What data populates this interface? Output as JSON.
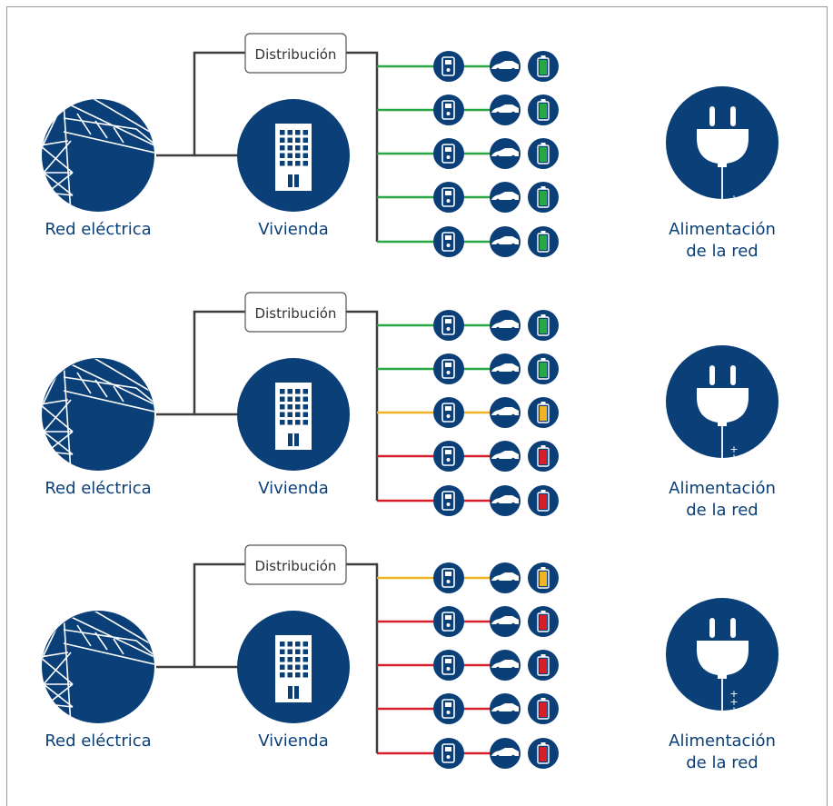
{
  "colors": {
    "navy": "#0a3f78",
    "wire": "#3d3d3d",
    "green": "#28a745",
    "yellow": "#f0b323",
    "red": "#d71e2b",
    "box_border": "#555555"
  },
  "icons": {
    "grid": "power-pylon-icon",
    "home": "apartment-building-icon",
    "charger": "charging-station-icon",
    "car": "electric-car-icon",
    "battery": "battery-icon",
    "supply": "power-plug-icon"
  },
  "scenarios": [
    {
      "grid_label": "Red eléctrica",
      "home_label": "Vivienda",
      "distribution_label": "Distribución",
      "supply_label": [
        "Alimentación",
        "de la red"
      ],
      "supply_marks": "+",
      "chargers": [
        "green",
        "green",
        "green",
        "green",
        "green"
      ]
    },
    {
      "grid_label": "Red eléctrica",
      "home_label": "Vivienda",
      "distribution_label": "Distribución",
      "supply_label": [
        "Alimentación",
        "de la red"
      ],
      "supply_marks": "++",
      "chargers": [
        "green",
        "green",
        "yellow",
        "red",
        "red"
      ]
    },
    {
      "grid_label": "Red eléctrica",
      "home_label": "Vivienda",
      "distribution_label": "Distribución",
      "supply_label": [
        "Alimentación",
        "de la red"
      ],
      "supply_marks": "+++",
      "chargers": [
        "yellow",
        "red",
        "red",
        "red",
        "red"
      ]
    }
  ]
}
